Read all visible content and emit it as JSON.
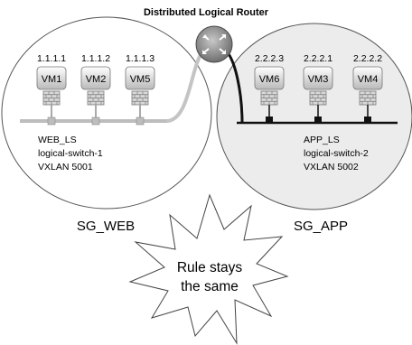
{
  "title": "Distributed Logical Router",
  "web": {
    "vms": [
      {
        "ip": "1.1.1.1",
        "name": "VM1"
      },
      {
        "ip": "1.1.1.2",
        "name": "VM2"
      },
      {
        "ip": "1.1.1.3",
        "name": "VM5"
      }
    ],
    "switch_name": "WEB_LS",
    "logical_switch": "logical-switch-1",
    "vxlan": "VXLAN 5001",
    "group": "SG_WEB"
  },
  "app": {
    "vms": [
      {
        "ip": "2.2.2.3",
        "name": "VM6"
      },
      {
        "ip": "2.2.2.1",
        "name": "VM3"
      },
      {
        "ip": "2.2.2.2",
        "name": "VM4"
      }
    ],
    "switch_name": "APP_LS",
    "logical_switch": "logical-switch-2",
    "vxlan": "VXLAN 5002",
    "group": "SG_APP"
  },
  "callout": {
    "line1": "Rule stays",
    "line2": "the same"
  }
}
